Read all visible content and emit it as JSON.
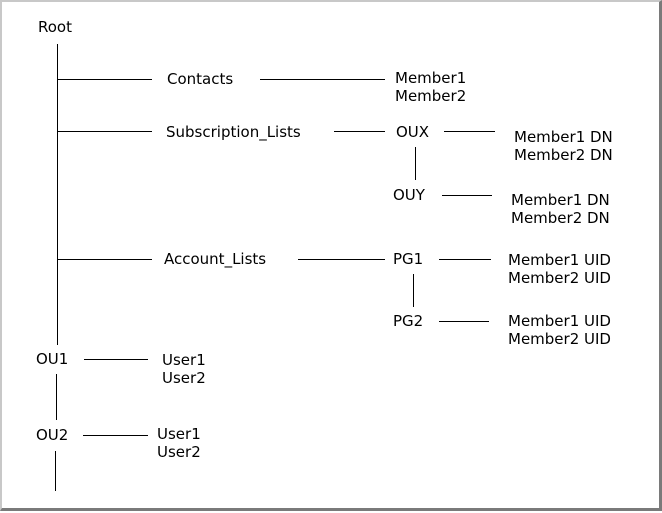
{
  "nodes": {
    "root": "Root",
    "contacts": "Contacts",
    "subscription_lists": "Subscription_Lists",
    "account_lists": "Account_Lists",
    "oux": "OUX",
    "ouy": "OUY",
    "pg1": "PG1",
    "pg2": "PG2",
    "ou1": "OU1",
    "ou2": "OU2"
  },
  "leaves": {
    "contacts_members": [
      "Member1",
      "Member2"
    ],
    "oux_members": [
      "Member1 DN",
      "Member2 DN"
    ],
    "ouy_members": [
      "Member1 DN",
      "Member2 DN"
    ],
    "pg1_members": [
      "Member1 UID",
      "Member2 UID"
    ],
    "pg2_members": [
      "Member1 UID",
      "Member2 UID"
    ],
    "ou1_users": [
      "User1",
      "User2"
    ],
    "ou2_users": [
      "User1",
      "User2"
    ]
  },
  "colors": {
    "line": "#000000",
    "text": "#000000",
    "background": "#ffffff"
  }
}
